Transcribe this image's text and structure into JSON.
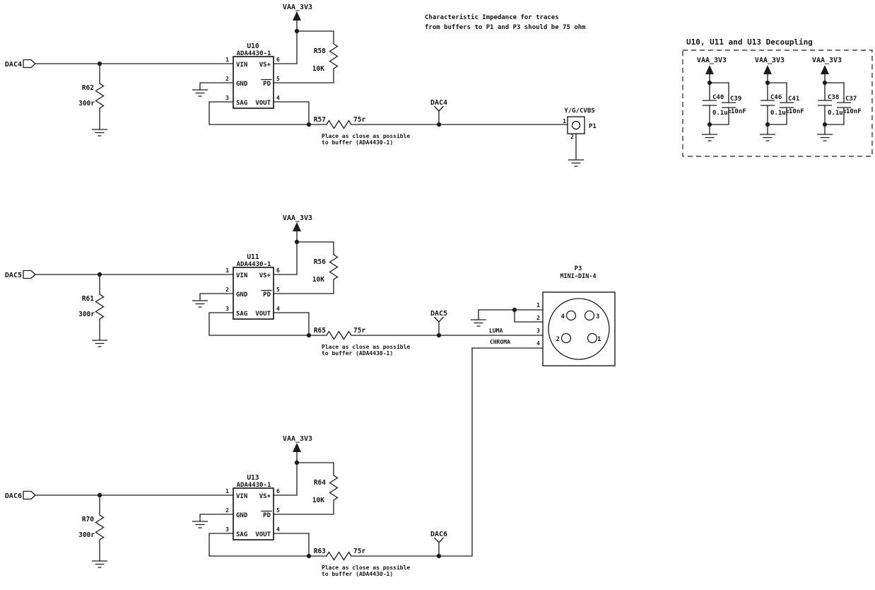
{
  "notes": {
    "impedance": [
      "Characteristic Impedance for traces",
      "from buffers to P1 and P3 should be 75 ohm"
    ],
    "placement": [
      "Place as close as possible",
      "to buffer (ADA4430-1)"
    ]
  },
  "power_net": "VAA_3V3",
  "ic_pins": {
    "n1": "1",
    "n2": "2",
    "n3": "3",
    "n4": "4",
    "n5": "5",
    "n6": "6",
    "vin": "VIN",
    "gnd": "GND",
    "sag": "SAG",
    "vs": "VS+",
    "pd": "PD",
    "vout": "VOUT"
  },
  "channels": [
    {
      "input": "DAC4",
      "net": "DAC4",
      "shunt_ref": "R62",
      "shunt_val": "300r",
      "ic_ref": "U10",
      "ic_part": "ADA4430-1",
      "pullup_ref": "R58",
      "pullup_val": "10K",
      "series_ref": "R57",
      "series_val": "75r"
    },
    {
      "input": "DAC5",
      "net": "DAC5",
      "shunt_ref": "R61",
      "shunt_val": "300r",
      "ic_ref": "U11",
      "ic_part": "ADA4430-1",
      "pullup_ref": "R56",
      "pullup_val": "10K",
      "series_ref": "R65",
      "series_val": "75r"
    },
    {
      "input": "DAC6",
      "net": "DAC6",
      "shunt_ref": "R70",
      "shunt_val": "300r",
      "ic_ref": "U13",
      "ic_part": "ADA4430-1",
      "pullup_ref": "R64",
      "pullup_val": "10K",
      "series_ref": "R63",
      "series_val": "75r"
    }
  ],
  "p1": {
    "signal": "Y/G/CVBS",
    "ref": "P1",
    "pin1": "1",
    "pin2": "2"
  },
  "p3": {
    "ref": "P3",
    "part": "MINI-DIN-4",
    "pin1": "1",
    "pin2": "2",
    "pin3": "3",
    "pin4": "4",
    "luma": "LUMA",
    "chroma": "CHROMA",
    "din1": "1",
    "din2": "2",
    "din3": "3",
    "din4": "4"
  },
  "decoupling": {
    "title": "U10, U11 and U13 Decoupling",
    "power_net": "VAA_3V3",
    "groups": [
      {
        "c1": "C40",
        "v1": "0.1uF",
        "c2": "C39",
        "v2": "10nF"
      },
      {
        "c1": "C46",
        "v1": "0.1uF",
        "c2": "C41",
        "v2": "10nF"
      },
      {
        "c1": "C38",
        "v1": "0.1uF",
        "c2": "C37",
        "v2": "10nF"
      }
    ]
  }
}
